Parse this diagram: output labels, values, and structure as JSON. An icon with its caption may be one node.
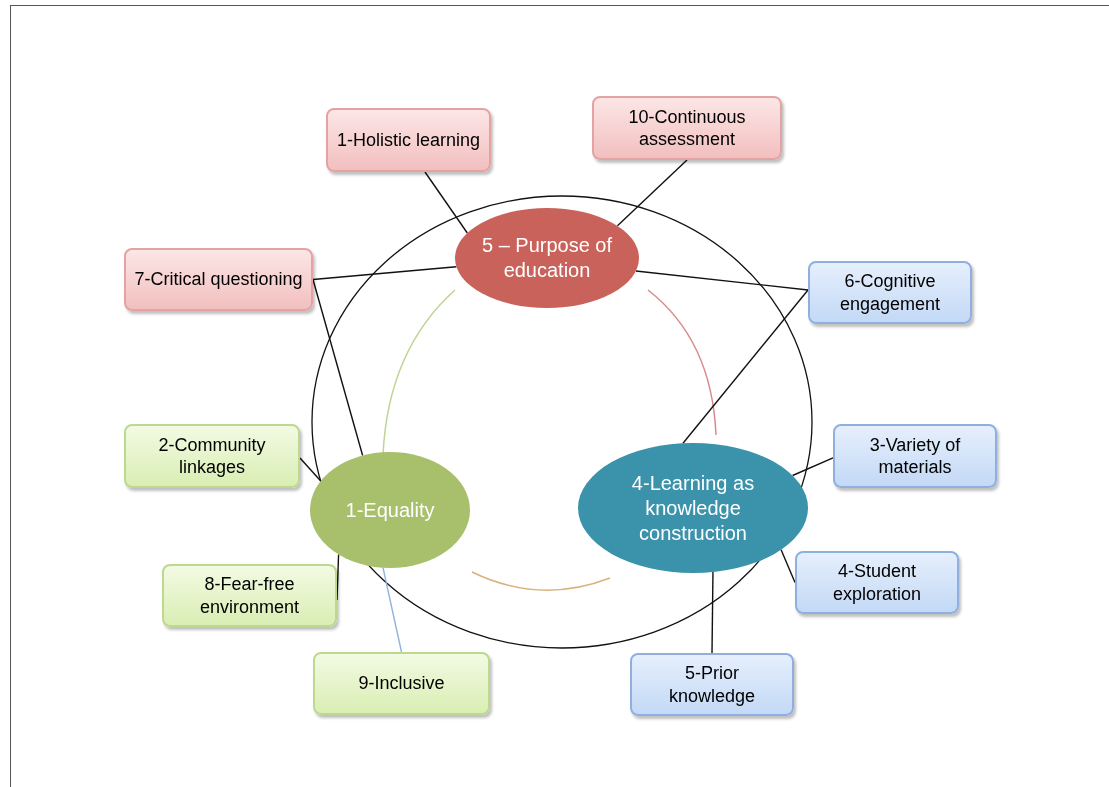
{
  "diagram": {
    "nodes": [
      {
        "text": [
          "5 – Purpose of education"
        ]
      },
      {
        "text": [
          "1-Equality"
        ]
      },
      {
        "text": [
          "4-Learning as knowledge construction"
        ]
      },
      {
        "text": [
          "1-Holistic learning"
        ]
      },
      {
        "text": [
          "10-Continuous assessment"
        ]
      },
      {
        "text": [
          "7-Critical questioning"
        ]
      },
      {
        "text": [
          "6-Cognitive engagement"
        ]
      },
      {
        "text": [
          "2-Community linkages"
        ]
      },
      {
        "text": [
          "3-Variety of materials"
        ]
      },
      {
        "text": [
          "8-Fear-free environment"
        ]
      },
      {
        "text": [
          "4-Student exploration"
        ]
      },
      {
        "text": [
          "9-Inclusive"
        ]
      },
      {
        "text": [
          "5-Prior knowledge"
        ]
      }
    ],
    "edges": [
      {
        "from": 3,
        "to": 0,
        "arrow": "none"
      },
      {
        "from": 4,
        "to": 0,
        "arrow": "none"
      },
      {
        "from": 5,
        "to": 0,
        "arrow": "none"
      },
      {
        "from": 5,
        "to": 1,
        "arrow": "none"
      },
      {
        "from": 6,
        "to": 0,
        "arrow": "none"
      },
      {
        "from": 6,
        "to": 2,
        "arrow": "none"
      },
      {
        "from": 7,
        "to": 1,
        "arrow": "none"
      },
      {
        "from": 8,
        "to": 2,
        "arrow": "none"
      },
      {
        "from": 9,
        "to": 1,
        "arrow": "none"
      },
      {
        "from": 10,
        "to": 2,
        "arrow": "none"
      },
      {
        "from": 11,
        "to": 1,
        "arrow": "none",
        "color": "#8fb3dc"
      },
      {
        "from": 12,
        "to": 2,
        "arrow": "none"
      }
    ]
  }
}
